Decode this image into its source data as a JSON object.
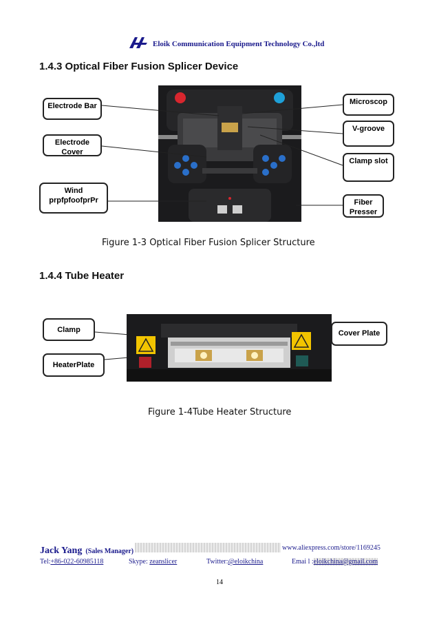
{
  "header": {
    "company": "Eloik Communication Equipment Technology Co.,ltd"
  },
  "section1": {
    "title": "1.4.3 Optical Fiber Fusion Splicer Device"
  },
  "figure1": {
    "caption": "Figure 1-3 Optical Fiber Fusion Splicer Structure",
    "labels": {
      "electrode_bar": "Electrode Bar",
      "electrode_cover": "Electrode Cover",
      "wind": "Wind prpfpfoofprPr",
      "microscope": "Microscop",
      "vgroove": "V-groove",
      "clamp_slot": "Clamp slot",
      "fiber_press": "Fiber Presser"
    }
  },
  "section2": {
    "title": "1.4.4 Tube Heater"
  },
  "figure2": {
    "caption": "Figure 1-4Tube Heater Structure",
    "labels": {
      "clamp": "Clamp",
      "heater_plate": "HeaterPlate",
      "cover_plate": "Cover Plate"
    }
  },
  "footer": {
    "name": "Jack Yang",
    "role": "(Sales Manager)",
    "store_url": "www.aliexpress.com/store/1169245",
    "tel_label": "Tel:",
    "tel": "+86-022-60985118",
    "skype_label": "Skype: ",
    "skype": "zeanslicer",
    "twitter_label": "Twitter:",
    "twitter": "@eloikchina",
    "email_label": "Emai l :",
    "email": "eloikchina@gmail.com"
  },
  "page_number": "14",
  "colors": {
    "brand_blue": "#1a1a8c",
    "device_dark": "#1b1b1d",
    "button_red": "#d8262e",
    "button_cyan": "#1ea0d8",
    "pad_blue": "#2a6fc9",
    "warning_yellow": "#f2c400"
  }
}
